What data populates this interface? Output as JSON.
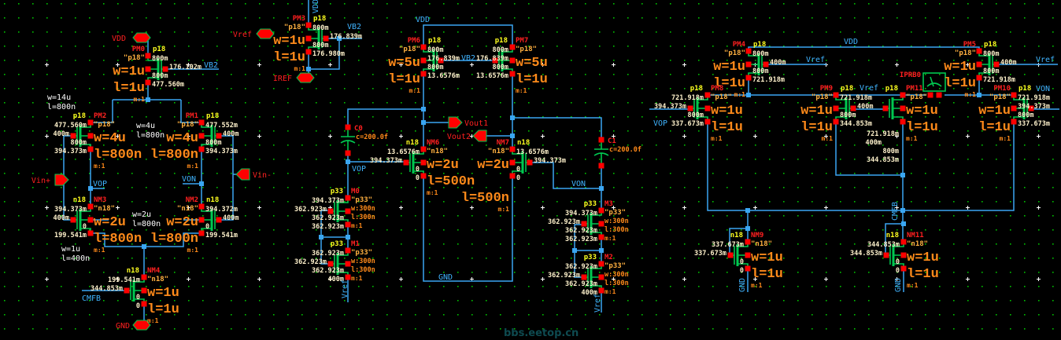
{
  "colors": {
    "background": "#000000",
    "wire": "#3aa6f2",
    "pin": "#ff0000",
    "symbol": "#00c850",
    "grid": "#00c000",
    "net_label": "#40b4ff",
    "value": "#ff8a1a"
  },
  "transistors": {
    "PM0": {
      "name": "PM0",
      "lib": "p18",
      "model": "\"p18\"",
      "w": "w=1u",
      "l": "l=1u",
      "m": "m:1",
      "v": {
        "d": "800m",
        "g": "176.102m",
        "b": "800m",
        "s": "477.560m"
      }
    },
    "PM3": {
      "name": "PM3",
      "lib": "p18",
      "model": "\"p18\"",
      "w": "w=1u",
      "l": "l=1u",
      "m": "m:1",
      "v": {
        "d": "800m",
        "g": "176.839m",
        "b": "800m",
        "s": "176.980m"
      }
    },
    "PM2": {
      "name": "PM2",
      "lib": "p18",
      "model": "\"p18\"",
      "w": "w=4u",
      "l": "l=800n",
      "m": "m:1",
      "v": {
        "d": "477.560m",
        "g": "400m",
        "b": "800m",
        "s": "394.373m"
      }
    },
    "PM1": {
      "name": "PM1",
      "lib": "p18",
      "model": "\"p18\"",
      "w": "w=4u",
      "l": "l=800n",
      "m": "m:1",
      "v": {
        "d": "477.552m",
        "g": "400m",
        "b": "800m",
        "s": "394.373m"
      }
    },
    "NM3": {
      "name": "NM3",
      "lib": "n18",
      "model": "\"n18\"",
      "w": "w=2u",
      "l": "l=800n",
      "m": "m:1",
      "v": {
        "d": "394.373m",
        "g": "400m",
        "b": "0",
        "s": "199.541m"
      }
    },
    "NM2": {
      "name": "NM2",
      "lib": "n18",
      "model": "\"n18\"",
      "w": "w=2u",
      "l": "l=800n",
      "m": "m:1",
      "v": {
        "d": "394.372m",
        "g": "400m",
        "b": "0",
        "s": "199.541m"
      }
    },
    "NM4": {
      "name": "NM4",
      "lib": "n18",
      "model": "\"n18\"",
      "w": "w=1u",
      "l": "l=1u",
      "m": "m:1",
      "v": {
        "d": "199.541m",
        "g": "344.853m",
        "b": "0",
        "s": "0"
      }
    },
    "PM6": {
      "name": "PM6",
      "lib": "p18",
      "model": "\"p18\"",
      "w": "w=5u",
      "l": "l=1u",
      "m": "m:1",
      "v": {
        "d": "800m",
        "g": "176.839m",
        "b": "800m",
        "s": "13.6576m"
      }
    },
    "PM7": {
      "name": "PM7",
      "lib": "p18",
      "model": "\"p18\"",
      "w": "w=5u",
      "l": "l=1u",
      "m": "m:1",
      "v": {
        "d": "800m",
        "g": "176.839m",
        "b": "800m",
        "s": "13.6576m"
      }
    },
    "NM6": {
      "name": "NM6",
      "lib": "n18",
      "model": "\"n18\"",
      "w": "w=2u",
      "l": "l=500n",
      "m": "m:1",
      "v": {
        "d": "13.6576m",
        "g": "394.373m",
        "b": "0",
        "s": "0"
      }
    },
    "NM7": {
      "name": "NM7",
      "lib": "n18",
      "model": "\"n18\"",
      "w": "w=2u",
      "l": "l=500n",
      "m": "m:1",
      "v": {
        "d": "13.6576m",
        "g": "394.373m",
        "b": "0",
        "s": "0"
      }
    },
    "M0": {
      "name": "M0",
      "lib": "p33",
      "model": "\"p33\"",
      "w": "w:300n",
      "l": "l:300n",
      "m": "m:1",
      "v": {
        "d": "394.373m",
        "g": "362.923m",
        "b": "362.923m",
        "s": "362.923m"
      }
    },
    "M1": {
      "name": "M1",
      "lib": "p33",
      "model": "\"p33\"",
      "w": "w:300n",
      "l": "l:300n",
      "m": "m:1",
      "v": {
        "d": "362.923m",
        "g": "362.923m",
        "b": "362.923m",
        "s": "400m"
      }
    },
    "M3": {
      "name": "M3",
      "lib": "p33",
      "model": "\"p33\"",
      "w": "w:300n",
      "l": "l:300n",
      "m": "m:1",
      "v": {
        "d": "394.373m",
        "g": "362.923m",
        "b": "362.923m",
        "s": "362.923m"
      }
    },
    "M2": {
      "name": "M2",
      "lib": "p33",
      "model": "\"p33\"",
      "w": "w:300n",
      "l": "l:300n",
      "m": "m:1",
      "v": {
        "d": "362.923m",
        "g": "362.923m",
        "b": "362.923m",
        "s": "400m"
      }
    },
    "PM4": {
      "name": "PM4",
      "lib": "p18",
      "model": "\"p18\"",
      "w": "w=1u",
      "l": "l=1u",
      "m": "m:1",
      "v": {
        "d": "800m",
        "g": "400m",
        "b": "800m",
        "s": "721.918m"
      }
    },
    "PM5": {
      "name": "PM5",
      "lib": "p18",
      "model": "\"p18\"",
      "w": "w=1u",
      "l": "l=1u",
      "m": "m:1",
      "v": {
        "d": "800m",
        "g": "400m",
        "b": "800m",
        "s": "721.918m"
      }
    },
    "PM8": {
      "name": "PM8",
      "lib": "p18",
      "model": "\"p18\"",
      "w": "w=1u",
      "l": "l=1u",
      "m": "m:1",
      "v": {
        "d": "721.918m",
        "g": "394.373m",
        "b": "800m",
        "s": "337.673m"
      }
    },
    "PM9": {
      "name": "PM9",
      "lib": "p18",
      "model": "\"p18\"",
      "w": "w=1u",
      "l": "l=1u",
      "m": "m:1",
      "v": {
        "d": "721.918m",
        "g": "400m",
        "b": "800m",
        "s": "344.853m"
      }
    },
    "PM11": {
      "name": "PM11",
      "lib": "p18",
      "model": "\"p18\"",
      "w": "w=1u",
      "l": "l=1u",
      "m": "m:1",
      "v": {
        "d": "721.918m",
        "g": "400m",
        "b": "800m",
        "s": "344.853m"
      }
    },
    "PM10": {
      "name": "PM10",
      "lib": "p18",
      "model": "\"p18\"",
      "w": "w=1u",
      "l": "l=1u",
      "m": "m:1",
      "v": {
        "d": "721.918m",
        "g": "394.373m",
        "b": "800m",
        "s": "337.673m"
      }
    },
    "NM9": {
      "name": "NM9",
      "lib": "n18",
      "model": "\"n18\"",
      "w": "w=1u",
      "l": "l=1u",
      "m": "m:1",
      "v": {
        "d": "337.673m",
        "g": "337.673m",
        "b": "0",
        "s": "0"
      }
    },
    "NM11": {
      "name": "NM11",
      "lib": "n18",
      "model": "\"n18\"",
      "w": "w=1u",
      "l": "l=1u",
      "m": "m:1",
      "v": {
        "d": "344.853m",
        "g": "344.853m",
        "b": "0",
        "s": "0"
      }
    }
  },
  "capacitors": {
    "C0": {
      "name": "C0",
      "value": "c=200.0f"
    },
    "C1": {
      "name": "C1",
      "value": "c=200.0f"
    }
  },
  "probe": {
    "name": "IPRB0"
  },
  "pins": {
    "vdd": "VDD",
    "vref": "Vref",
    "iref": "IREF",
    "vin_p": "Vin+",
    "vin_n": "Vin-",
    "vout1": "Vout1",
    "vout2": "Vout2",
    "gnd": "GND"
  },
  "nets": [
    "VDD",
    "VB2",
    "VB2",
    "VDD",
    "VB2",
    "VOP",
    "VON",
    "CMFB",
    "VOP",
    "VON",
    "GND",
    "Vref",
    "Vref",
    "VDD",
    "Vref",
    "Vref",
    "VOP",
    "Vref",
    "VON",
    "CMFB",
    "GND",
    "GND"
  ],
  "notes": [
    "w=14u",
    "l=800n",
    "w=4u",
    "l=800n",
    "w=2u",
    "l=800n",
    "w=1u",
    "l=400n"
  ],
  "watermark": "bbs.eetop.cn"
}
